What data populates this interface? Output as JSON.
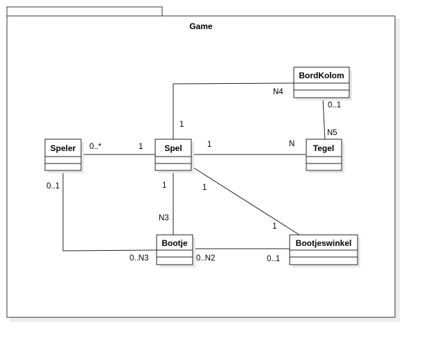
{
  "package": {
    "name": "Game"
  },
  "classes": {
    "bordkolom": "BordKolom",
    "speler": "Speler",
    "spel": "Spel",
    "tegel": "Tegel",
    "bootje": "Bootje",
    "bootjeswinkel": "Bootjeswinkel"
  },
  "multiplicities": {
    "spel_bordkolom_spel": "1",
    "spel_bordkolom_bordkolom": "N4",
    "bordkolom_tegel_bordkolom": "0..1",
    "bordkolom_tegel_tegel": "N5",
    "speler_spel_speler": "0..*",
    "speler_spel_spel": "1",
    "spel_tegel_spel": "1",
    "spel_tegel_tegel": "N",
    "spel_bootje_spel": "1",
    "spel_bootje_bootje": "N3",
    "spel_winkel_spel": "1",
    "spel_winkel_winkel": "1",
    "speler_bootje_speler": "0..1",
    "speler_bootje_bootje": "0..N3",
    "bootje_winkel_bootje": "0..N2",
    "bootje_winkel_winkel": "0..1"
  }
}
